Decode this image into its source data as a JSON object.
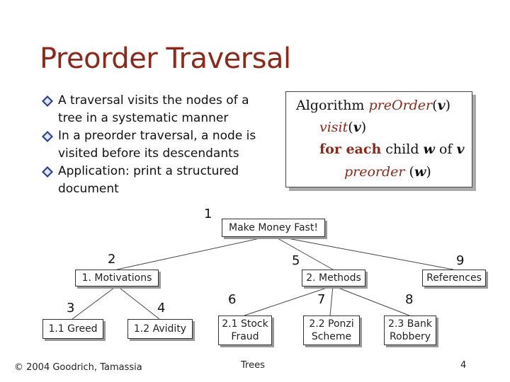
{
  "slide": {
    "title": "Preorder Traversal",
    "bullets": [
      "A traversal visits the nodes of a tree in a systematic manner",
      "In a preorder traversal, a node is visited before its descendants",
      "Application: print a structured document"
    ],
    "bullet_icon": "diamond-bullet-icon",
    "bullet_icon_color": "#2b3f8f"
  },
  "algorithm": {
    "line1_kw": "Algorithm ",
    "line1_fn": "preOrder",
    "line1_open": "(",
    "line1_arg": "v",
    "line1_close": ")",
    "line2_fn": "visit",
    "line2_open": "(",
    "line2_arg": "v",
    "line2_close": ")",
    "line3_kw1": "for each",
    "line3_txt1": " child ",
    "line3_var": "w",
    "line3_txt2": " of ",
    "line3_var2": "v",
    "line4_fn": "preorder",
    "line4_open": " (",
    "line4_arg": "w",
    "line4_close": ")"
  },
  "tree": {
    "root": {
      "label": "Make Money Fast!",
      "order": "1"
    },
    "level1": [
      {
        "label": "1. Motivations",
        "order": "2"
      },
      {
        "label": "2. Methods",
        "order": "5"
      },
      {
        "label": "References",
        "order": "9"
      }
    ],
    "level2": [
      {
        "label": "1.1 Greed",
        "order": "3"
      },
      {
        "label": "1.2 Avidity",
        "order": "4"
      },
      {
        "label": "2.1 Stock Fraud",
        "order": "6"
      },
      {
        "label": "2.2 Ponzi Scheme",
        "order": "7"
      },
      {
        "label": "2.3 Bank Robbery",
        "order": "8"
      }
    ]
  },
  "footer": {
    "copyright": "© 2004 Goodrich, Tamassia",
    "center": "Trees",
    "page": "4"
  },
  "colors": {
    "title": "#8b2a1a",
    "keyword": "#8b2a1a"
  }
}
